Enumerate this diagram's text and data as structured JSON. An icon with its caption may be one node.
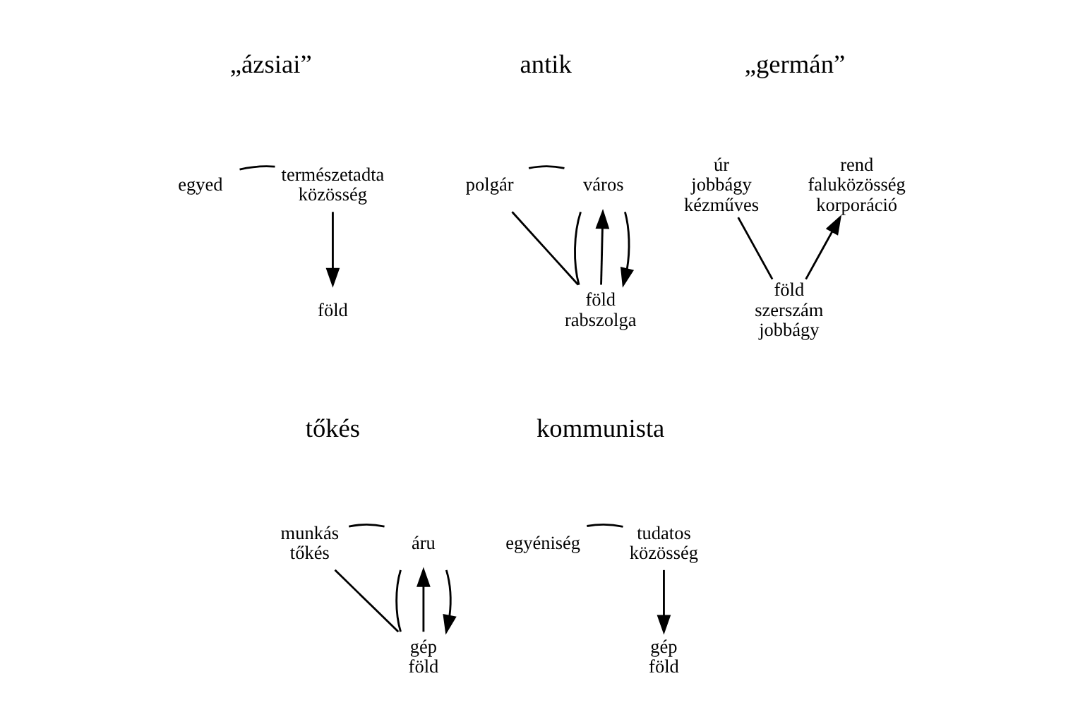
{
  "diagram": {
    "nodes": [
      {
        "text": [
          "egyed"
        ]
      },
      {
        "text": [
          "természetadta",
          "közösség"
        ]
      },
      {
        "text": [
          "föld"
        ]
      },
      {
        "text": [
          "polgár"
        ]
      },
      {
        "text": [
          "város"
        ]
      },
      {
        "text": [
          "föld",
          "rabszolga"
        ]
      },
      {
        "text": [
          "úr",
          "jobbágy",
          "kézműves"
        ]
      },
      {
        "text": [
          "rend",
          "faluközösség",
          "korporáció"
        ]
      },
      {
        "text": [
          "föld",
          "szerszám",
          "jobbágy"
        ]
      },
      {
        "text": [
          "munkás",
          "tőkés"
        ]
      },
      {
        "text": [
          "áru"
        ]
      },
      {
        "text": [
          "gép",
          "föld"
        ]
      },
      {
        "text": [
          "egyéniség"
        ]
      },
      {
        "text": [
          "tudatos",
          "közösség"
        ]
      },
      {
        "text": [
          "gép",
          "föld"
        ]
      }
    ],
    "edges": [
      {
        "from": 0,
        "to": 1,
        "arrow": "none"
      },
      {
        "from": 1,
        "to": 2,
        "arrow": "to"
      },
      {
        "from": 3,
        "to": 4,
        "arrow": "none"
      },
      {
        "from": 3,
        "to": 5,
        "arrow": "none"
      },
      {
        "from": 4,
        "to": 5,
        "arrow": "none"
      },
      {
        "from": 5,
        "to": 4,
        "arrow": "to"
      },
      {
        "from": 4,
        "to": 5,
        "arrow": "to"
      },
      {
        "from": 6,
        "to": 8,
        "arrow": "none"
      },
      {
        "from": 8,
        "to": 7,
        "arrow": "to"
      },
      {
        "from": 9,
        "to": 10,
        "arrow": "none"
      },
      {
        "from": 9,
        "to": 11,
        "arrow": "none"
      },
      {
        "from": 10,
        "to": 11,
        "arrow": "none"
      },
      {
        "from": 11,
        "to": 10,
        "arrow": "to"
      },
      {
        "from": 10,
        "to": 11,
        "arrow": "to"
      },
      {
        "from": 12,
        "to": 13,
        "arrow": "none"
      },
      {
        "from": 13,
        "to": 14,
        "arrow": "to"
      }
    ],
    "labels": [
      "„ázsiai”",
      "antik",
      "„germán”",
      "tőkés",
      "kommunista"
    ]
  }
}
